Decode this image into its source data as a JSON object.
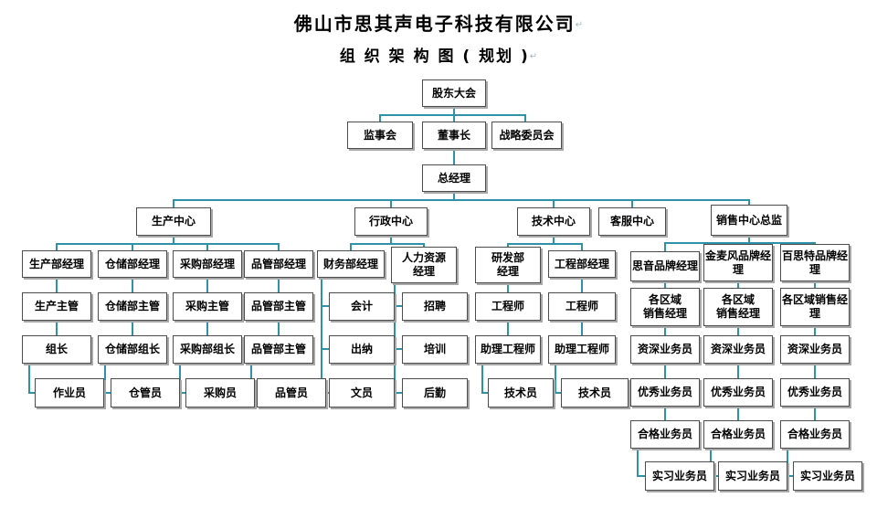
{
  "title": "佛山市思其声电子科技有限公司",
  "subtitle": "组 织 架 构 图 ( 规划 )",
  "paragraph_mark": "↵",
  "colors": {
    "connector": "#2E93A8",
    "box_border": "#4d4d4d",
    "box_shadow": "#a8a8a8",
    "box_fill": "#ffffff",
    "text": "#000000"
  },
  "nodes": {
    "shareholders_meeting": "股东大会",
    "supervisory_board": "监事会",
    "chairman": "董事长",
    "strategy_committee": "战略委员会",
    "general_manager": "总经理",
    "production_center": "生产中心",
    "admin_center": "行政中心",
    "tech_center": "技术中心",
    "customer_service_center": "客服中心",
    "sales_center_director": "销售中心总监",
    "production_dept_manager": "生产部经理",
    "warehouse_dept_manager": "仓储部经理",
    "purchasing_dept_manager": "采购部经理",
    "qc_dept_manager": "品管部经理",
    "production_supervisor": "生产主管",
    "warehouse_supervisor": "仓储部主管",
    "purchasing_supervisor": "采购主管",
    "qc_supervisor_1": "品管部主管",
    "team_leader": "组长",
    "warehouse_team_leader": "仓储部组长",
    "purchasing_team_leader": "采购部组长",
    "qc_supervisor_2": "品管部主管",
    "operator": "作业员",
    "warehouse_keeper": "仓管员",
    "buyer": "采购员",
    "qc_inspector": "品管员",
    "finance_dept_manager": "财务部经理",
    "hr_manager": "人力资源\n经理",
    "accountant": "会计",
    "cashier": "出纳",
    "clerk": "文员",
    "recruitment": "招聘",
    "training": "培训",
    "logistics": "后勤",
    "rd_dept_manager": "研发部\n经理",
    "eng_dept_manager": "工程部经理",
    "rd_engineer": "工程师",
    "eng_engineer": "工程师",
    "rd_assistant_engineer": "助理工程师",
    "eng_assistant_engineer": "助理工程师",
    "rd_technician": "技术员",
    "eng_technician": "技术员",
    "brand_manager_1": "思音品牌经理",
    "brand_manager_2": "金麦风品牌经\n理",
    "brand_manager_3": "百思特品牌经\n理",
    "regional_sales_manager_1": "各区域\n销售经理",
    "regional_sales_manager_2": "各区域\n销售经理",
    "regional_sales_manager_3": "各区域销售经\n理",
    "senior_salesperson_1": "资深业务员",
    "senior_salesperson_2": "资深业务员",
    "senior_salesperson_3": "资深业务员",
    "excellent_salesperson_1": "优秀业务员",
    "excellent_salesperson_2": "优秀业务员",
    "excellent_salesperson_3": "优秀业务员",
    "qualified_salesperson_1": "合格业务员",
    "qualified_salesperson_2": "合格业务员",
    "qualified_salesperson_3": "合格业务员",
    "intern_salesperson_1": "实习业务员",
    "intern_salesperson_2": "实习业务员",
    "intern_salesperson_3": "实习业务员"
  },
  "hierarchy": {
    "shareholders_meeting": {
      "supervisory_board": {},
      "chairman": {
        "general_manager": {
          "production_center": {
            "production_dept_manager": {
              "production_supervisor": {
                "team_leader": {
                  "operator": {}
                }
              }
            },
            "warehouse_dept_manager": {
              "warehouse_supervisor": {
                "warehouse_team_leader": {
                  "warehouse_keeper": {}
                }
              }
            },
            "purchasing_dept_manager": {
              "purchasing_supervisor": {
                "purchasing_team_leader": {
                  "buyer": {}
                }
              }
            },
            "qc_dept_manager": {
              "qc_supervisor_1": {
                "qc_supervisor_2": {
                  "qc_inspector": {}
                }
              }
            }
          },
          "admin_center": {
            "finance_dept_manager": {
              "accountant": {},
              "cashier": {},
              "clerk": {}
            },
            "hr_manager": {
              "recruitment": {},
              "training": {},
              "logistics": {}
            }
          },
          "tech_center": {
            "rd_dept_manager": {
              "rd_engineer": {
                "rd_assistant_engineer": {
                  "rd_technician": {}
                }
              }
            },
            "eng_dept_manager": {
              "eng_engineer": {
                "eng_assistant_engineer": {
                  "eng_technician": {}
                }
              }
            }
          },
          "customer_service_center": {},
          "sales_center_director": {
            "brand_manager_1": {
              "regional_sales_manager_1": {
                "senior_salesperson_1": {
                  "excellent_salesperson_1": {
                    "qualified_salesperson_1": {
                      "intern_salesperson_1": {}
                    }
                  }
                }
              }
            },
            "brand_manager_2": {
              "regional_sales_manager_2": {
                "senior_salesperson_2": {
                  "excellent_salesperson_2": {
                    "qualified_salesperson_2": {
                      "intern_salesperson_2": {}
                    }
                  }
                }
              }
            },
            "brand_manager_3": {
              "regional_sales_manager_3": {
                "senior_salesperson_3": {
                  "excellent_salesperson_3": {
                    "qualified_salesperson_3": {
                      "intern_salesperson_3": {}
                    }
                  }
                }
              }
            }
          }
        }
      },
      "strategy_committee": {}
    }
  }
}
